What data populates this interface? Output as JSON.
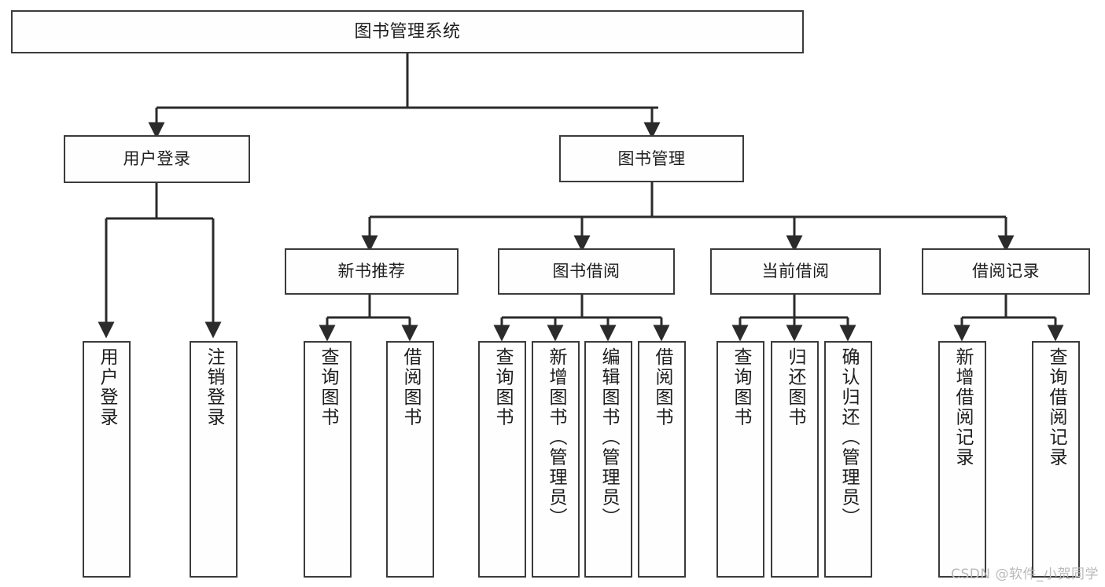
{
  "diagram": {
    "title": "图书管理系统",
    "type": "tree",
    "watermark": "CSDN @软件_小贺同学",
    "colors": {
      "box_border": "#3b3b3b",
      "box_fill": "#fefefe",
      "connector": "#2b2b2b",
      "text": "#1d1d1d",
      "watermark": "#b9b9b9",
      "background": "#ffffff"
    },
    "nodes": {
      "root": {
        "label": "图书管理系统",
        "level": 1,
        "orientation": "horizontal"
      },
      "level2": [
        {
          "id": "user-login",
          "label": "用户登录",
          "orientation": "horizontal"
        },
        {
          "id": "book-management",
          "label": "图书管理",
          "orientation": "horizontal"
        }
      ],
      "level3": [
        {
          "id": "new-book-recommend",
          "label": "新书推荐",
          "orientation": "horizontal",
          "parent": "book-management"
        },
        {
          "id": "book-borrow",
          "label": "图书借阅",
          "orientation": "horizontal",
          "parent": "book-management"
        },
        {
          "id": "current-borrow",
          "label": "当前借阅",
          "orientation": "horizontal",
          "parent": "book-management"
        },
        {
          "id": "borrow-record",
          "label": "借阅记录",
          "orientation": "horizontal",
          "parent": "book-management"
        }
      ],
      "leaves": [
        {
          "id": "leaf-user-login",
          "label": "用户登录",
          "parent": "user-login",
          "orientation": "vertical"
        },
        {
          "id": "leaf-logout",
          "label": "注销登录",
          "parent": "user-login",
          "orientation": "vertical"
        },
        {
          "id": "leaf-query-book-1",
          "label": "查询图书",
          "parent": "new-book-recommend",
          "orientation": "vertical"
        },
        {
          "id": "leaf-borrow-book-1",
          "label": "借阅图书",
          "parent": "new-book-recommend",
          "orientation": "vertical"
        },
        {
          "id": "leaf-query-book-2",
          "label": "查询图书",
          "parent": "book-borrow",
          "orientation": "vertical"
        },
        {
          "id": "leaf-add-book",
          "label": "新增图书（管理员）",
          "parent": "book-borrow",
          "orientation": "vertical"
        },
        {
          "id": "leaf-edit-book",
          "label": "编辑图书（管理员）",
          "parent": "book-borrow",
          "orientation": "vertical"
        },
        {
          "id": "leaf-borrow-book-2",
          "label": "借阅图书",
          "parent": "book-borrow",
          "orientation": "vertical"
        },
        {
          "id": "leaf-query-book-3",
          "label": "查询图书",
          "parent": "current-borrow",
          "orientation": "vertical"
        },
        {
          "id": "leaf-return-book",
          "label": "归还图书",
          "parent": "current-borrow",
          "orientation": "vertical"
        },
        {
          "id": "leaf-confirm-return",
          "label": "确认归还（管理员）",
          "parent": "current-borrow",
          "orientation": "vertical"
        },
        {
          "id": "leaf-add-record",
          "label": "新增借阅记录",
          "parent": "borrow-record",
          "orientation": "vertical"
        },
        {
          "id": "leaf-query-record",
          "label": "查询借阅记录",
          "parent": "borrow-record",
          "orientation": "vertical"
        }
      ]
    }
  }
}
